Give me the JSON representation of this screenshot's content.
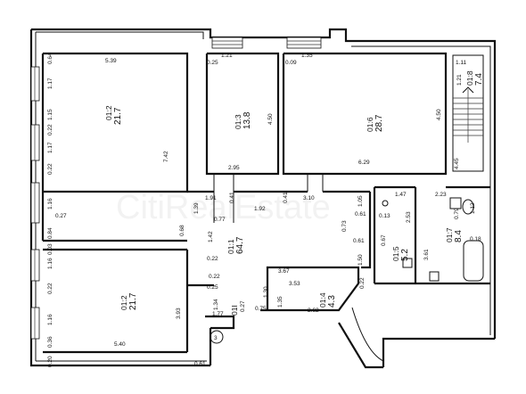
{
  "watermark": "CitiRealEstate",
  "marker": "3",
  "rooms": [
    {
      "id": "r1",
      "number": "01:1",
      "area": "64.7"
    },
    {
      "id": "r2",
      "number": "01:2",
      "area": "21.7"
    },
    {
      "id": "r3",
      "number": "01:3",
      "area": "13.8"
    },
    {
      "id": "r4",
      "number": "01:4",
      "area": "4.3"
    },
    {
      "id": "r5",
      "number": "01:5",
      "area": "5.2"
    },
    {
      "id": "r6",
      "number": "01:6",
      "area": "28.7"
    },
    {
      "id": "r7",
      "number": "01:7",
      "area": "8.4"
    },
    {
      "id": "r8",
      "number": "01:8",
      "area": "7.4"
    },
    {
      "id": "r9",
      "number": "01I",
      "area": ""
    }
  ],
  "dimensions": [
    "5.39",
    "7.42",
    "0.64",
    "1.17",
    "1.15",
    "0.22",
    "1.17",
    "0.22",
    "1.16",
    "0.27",
    "0.84",
    "0.03",
    "1.16",
    "0.22",
    "1.16",
    "0.36",
    "0.20",
    "5.40",
    "3.93",
    "01:2",
    "1.21",
    "0.25",
    "1.35",
    "0.09",
    "4.50",
    "2.95",
    "4.50",
    "6.29",
    "1.11",
    "1.21",
    "4.45",
    "1.91",
    "0.41",
    "1.92",
    "0.41",
    "3.10",
    "1.05",
    "0.61",
    "1.47",
    "2.23",
    "0.13",
    "2.53",
    "0.79",
    "0.18",
    "3.61",
    "0.67",
    "0.61",
    "1.50",
    "0.73",
    "1.39",
    "0.77",
    "1.42",
    "0.68",
    "0.22",
    "0.25",
    "0.22",
    "1.34",
    "1.30",
    "3.67",
    "3.53",
    "0.22",
    "1.35",
    "2.62",
    "0.75",
    "0.27",
    "1.77",
    "0.61",
    "1.12"
  ]
}
